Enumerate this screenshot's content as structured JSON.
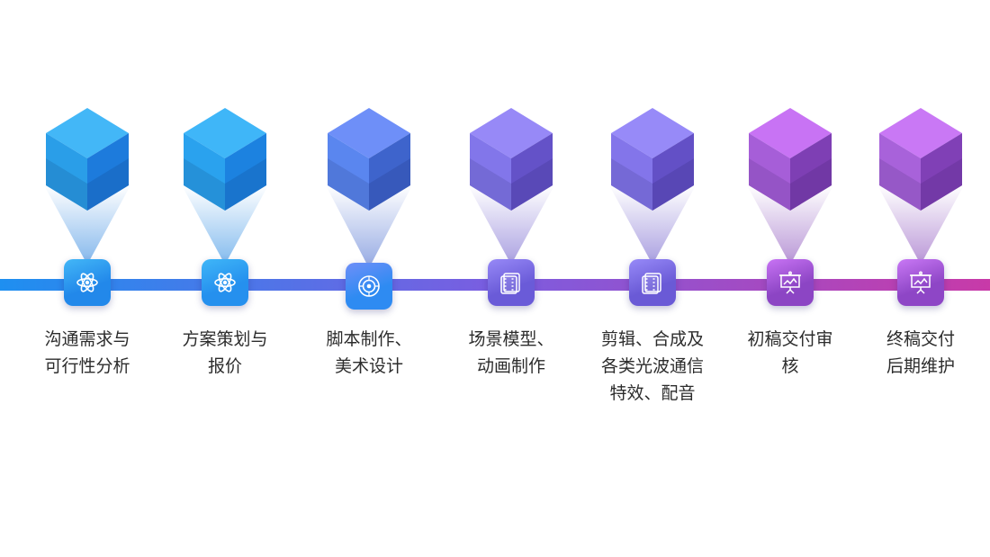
{
  "colors": {
    "timeline_start": "#1e8ff0",
    "timeline_mid": "#7b5de0",
    "timeline_end": "#c83aa8"
  },
  "steps": [
    {
      "lines": [
        "沟通需求与",
        "可行性分析"
      ],
      "icon": "atom-icon",
      "colors": {
        "top": "#43b7f7",
        "left": "#2a9ee8",
        "right": "#1d7bdc",
        "box": "#2288ea"
      }
    },
    {
      "lines": [
        "方案策划与",
        "报价"
      ],
      "icon": "atom-icon",
      "colors": {
        "top": "#3fb6f8",
        "left": "#2aa2ee",
        "right": "#1c82e0",
        "box": "#2590ee"
      }
    },
    {
      "lines": [
        "脚本制作、",
        "美术设计"
      ],
      "icon": "target-icon",
      "colors": {
        "top": "#6e8ff8",
        "left": "#5a86ef",
        "right": "#3e64cc",
        "box": "#2e8bf2"
      }
    },
    {
      "lines": [
        "场景模型、",
        "动画制作"
      ],
      "icon": "film-icon",
      "colors": {
        "top": "#9789f7",
        "left": "#8276ea",
        "right": "#6452c8",
        "box": "#6a5bd8"
      }
    },
    {
      "lines": [
        "剪辑、合成及",
        "各类光波通信",
        "特效、配音"
      ],
      "icon": "film-icon",
      "colors": {
        "top": "#978af8",
        "left": "#8375ea",
        "right": "#6350c6",
        "box": "#6a5ad6"
      }
    },
    {
      "lines": [
        "初稿交付审",
        "核"
      ],
      "icon": "presentation-icon",
      "colors": {
        "top": "#c873f4",
        "left": "#a65ed8",
        "right": "#7e3fb4",
        "box": "#8c45c4"
      }
    },
    {
      "lines": [
        "终稿交付",
        "后期维护"
      ],
      "icon": "presentation-icon",
      "colors": {
        "top": "#c978f5",
        "left": "#a862da",
        "right": "#8040b6",
        "box": "#8e46c6"
      }
    }
  ]
}
